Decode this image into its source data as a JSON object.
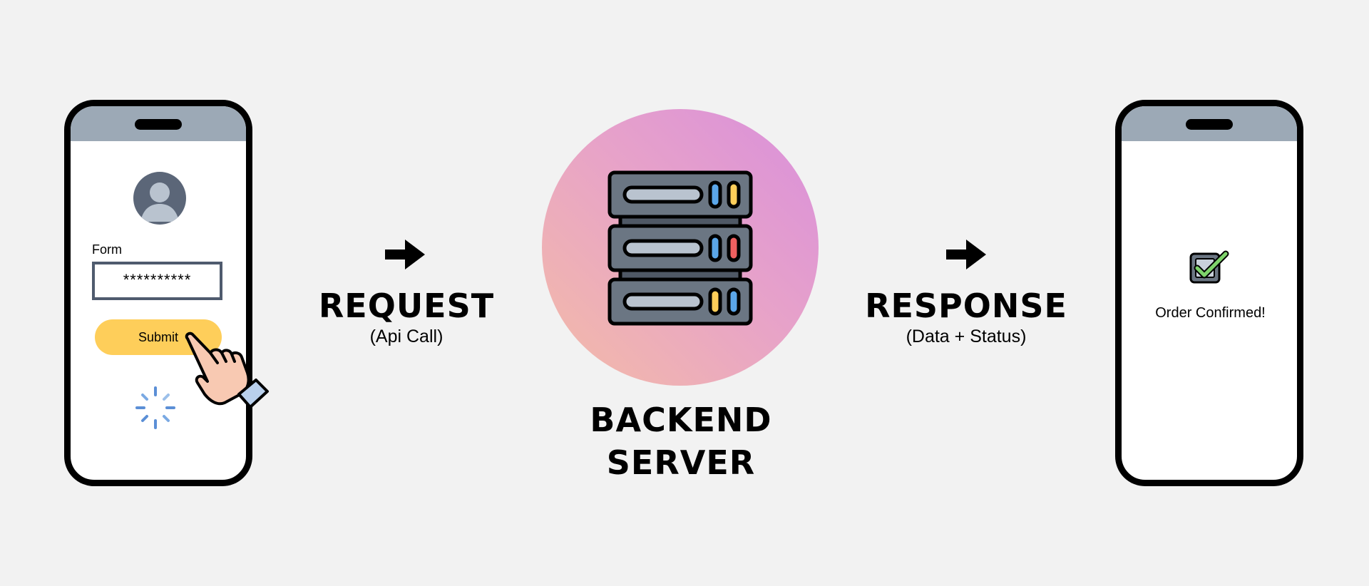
{
  "left_phone": {
    "form_label": "Form",
    "password_value": "**********",
    "submit_label": "Submit"
  },
  "request": {
    "title": "REQUEST",
    "subtitle": "(Api Call)"
  },
  "server": {
    "title_line1": "BACKEND",
    "title_line2": "SERVER"
  },
  "response": {
    "title": "RESPONSE",
    "subtitle": "(Data + Status)"
  },
  "right_phone": {
    "message": "Order Confirmed!"
  },
  "colors": {
    "background": "#f2f2f2",
    "phone_header": "#9ca9b6",
    "submit_button": "#fece5a",
    "spinner": "#5b8fd6",
    "check": "#7ed36b",
    "server_body": "#6b7683"
  }
}
